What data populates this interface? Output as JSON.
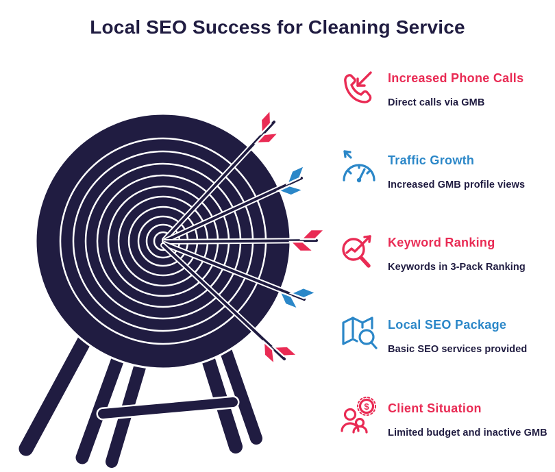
{
  "title": "Local SEO Success for Cleaning Service",
  "palette": {
    "navy": "#201C41",
    "red": "#E92B54",
    "blue": "#2B87C8",
    "background": "#FFFFFF"
  },
  "items": [
    {
      "icon": "phone-incoming-icon",
      "label": "Increased Phone Calls",
      "description": "Direct calls via GMB",
      "color": "#E92B54"
    },
    {
      "icon": "speedometer-growth-icon",
      "label": "Traffic Growth",
      "description": "Increased GMB profile views",
      "color": "#2B87C8"
    },
    {
      "icon": "keyword-search-icon",
      "label": "Keyword Ranking",
      "description": "Keywords in 3-Pack Ranking",
      "color": "#E92B54"
    },
    {
      "icon": "map-search-icon",
      "label": "Local SEO Package",
      "description": "Basic SEO services provided",
      "color": "#2B87C8"
    },
    {
      "icon": "client-budget-icon",
      "label": "Client Situation",
      "description": "Limited budget and inactive GMB",
      "color": "#E92B54"
    }
  ],
  "illustration": {
    "name": "archery-target-with-arrows",
    "arrow_colors": [
      "#E92B54",
      "#2B87C8",
      "#E92B54",
      "#2B87C8",
      "#E92B54"
    ]
  }
}
